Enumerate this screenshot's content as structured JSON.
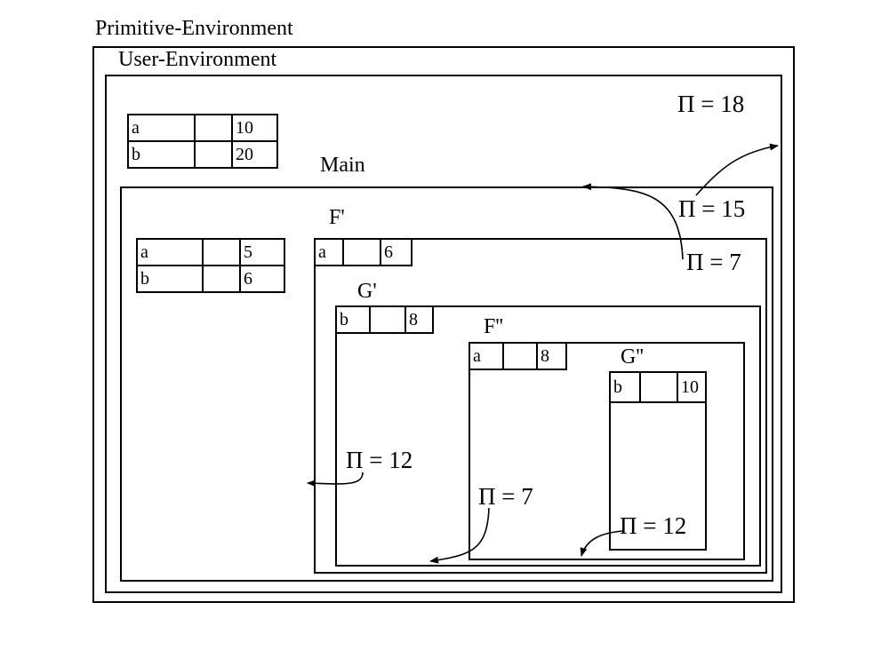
{
  "labels": {
    "primitive_env": "Primitive-Environment",
    "user_env": "User-Environment",
    "main": "Main",
    "f1": "F'",
    "g1": "G'",
    "f2": "F''",
    "g2": "G''"
  },
  "tables": {
    "user": [
      {
        "name": "a",
        "mid": "",
        "val": "10"
      },
      {
        "name": "b",
        "mid": "",
        "val": "20"
      }
    ],
    "main": [
      {
        "name": "a",
        "mid": "",
        "val": "5"
      },
      {
        "name": "b",
        "mid": "",
        "val": "6"
      }
    ],
    "f1": [
      {
        "name": "a",
        "mid": "",
        "val": "6"
      }
    ],
    "g1": [
      {
        "name": "b",
        "mid": "",
        "val": "8"
      }
    ],
    "f2": [
      {
        "name": "a",
        "mid": "",
        "val": "8"
      }
    ],
    "g2": [
      {
        "name": "b",
        "mid": "",
        "val": "10"
      }
    ]
  },
  "pi": {
    "user": "Π = 18",
    "main": "Π = 15",
    "f1": "Π = 7",
    "g1": "Π = 12",
    "f2": "Π = 7",
    "g2": "Π = 12"
  }
}
